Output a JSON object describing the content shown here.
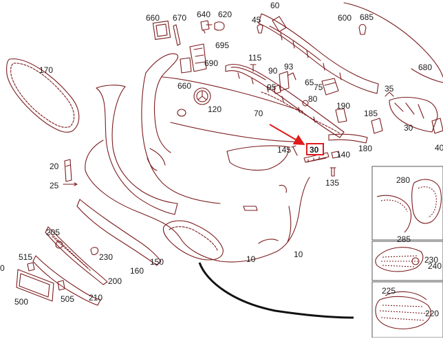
{
  "diagram": {
    "callouts": {
      "n660a": "660",
      "n670": "670",
      "n640": "640",
      "n620": "620",
      "n60": "60",
      "n600": "600",
      "n685": "685",
      "n45": "45",
      "n695": "695",
      "n170": "170",
      "n690": "690",
      "n115": "115",
      "n680": "680",
      "n660b": "660",
      "n90": "90",
      "n93": "93",
      "n95": "95",
      "n65": "65",
      "n35": "35",
      "n75": "75",
      "n120": "120",
      "n70": "70",
      "n80": "80",
      "n190": "190",
      "n185": "185",
      "n30a": "30",
      "n40": "40",
      "n145": "145",
      "n30b": "30",
      "n140": "140",
      "n180": "180",
      "n20": "20",
      "n25": "25",
      "n135": "135",
      "n280": "280",
      "n285": "285",
      "n205": "205",
      "n10a": "10",
      "n230a": "230",
      "n230b": "230",
      "n150": "150",
      "n10b": "10",
      "n240": "240",
      "n515": "515",
      "n0": "0",
      "n160": "160",
      "n200": "200",
      "n500": "500",
      "n505": "505",
      "n210": "210",
      "n225": "225",
      "n220": "220"
    },
    "highlight": {
      "label": "30",
      "color": "#e0191b"
    },
    "colors": {
      "line": "#7a1a1c",
      "text": "#1a1a1a",
      "inset_border": "#555555",
      "black_wire": "#111111"
    }
  }
}
